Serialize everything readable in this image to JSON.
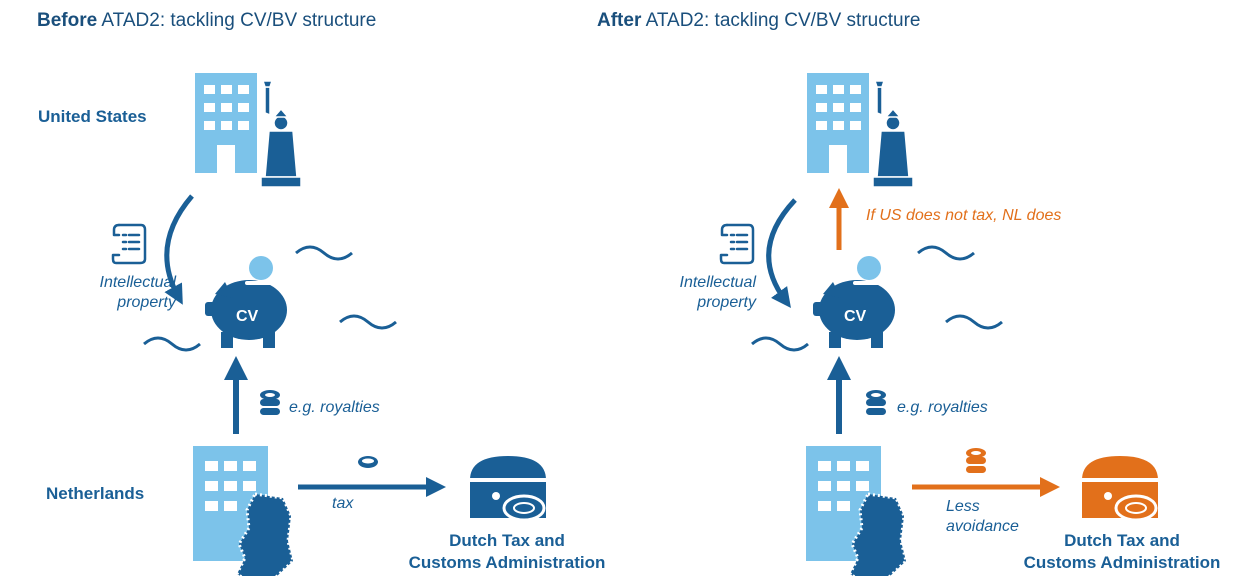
{
  "before": {
    "title_bold": "Before",
    "title_rest": " ATAD2: tackling CV/BV structure",
    "country_top": "United States",
    "country_bottom": "Netherlands",
    "ip_label_1": "Intellectual",
    "ip_label_2": "property",
    "cv_label": "CV",
    "royalties_label": "e.g. royalties",
    "flow_label": "tax",
    "authority_line1": "Dutch Tax and",
    "authority_line2": "Customs Administration"
  },
  "after": {
    "title_bold": "After",
    "title_rest": " ATAD2: tackling CV/BV structure",
    "ip_label_1": "Intellectual",
    "ip_label_2": "property",
    "cv_label": "CV",
    "royalties_label": "e.g. royalties",
    "us_tax_label": "If US does not tax, NL does",
    "flow_label_1": "Less",
    "flow_label_2": "avoidance",
    "authority_line1": "Dutch Tax and",
    "authority_line2": "Customs Administration"
  },
  "colors": {
    "dark_blue": "#1a5f96",
    "light_blue": "#7cc3ea",
    "orange": "#e2701b"
  }
}
